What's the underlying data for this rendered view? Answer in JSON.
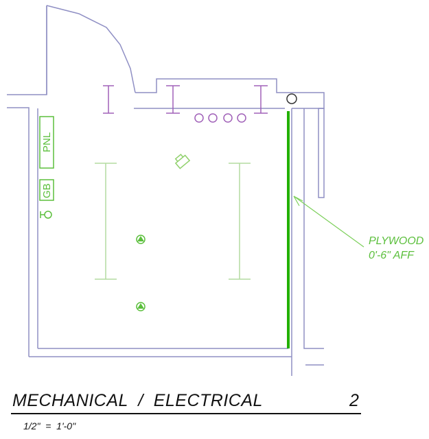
{
  "drawing": {
    "title": "MECHANICAL  /  ELECTRICAL",
    "sheet_number": "2",
    "scale": "1/2\"  =  1'-0\""
  },
  "annotations": {
    "plywood_line1": "PLYWOOD",
    "plywood_line2": "0'-6\" AFF"
  },
  "labels": {
    "panel": "PNL",
    "ground_bar": "GB"
  },
  "colors": {
    "wall": "#8f8fc4",
    "equipment": "#a060b8",
    "electrical": "#5bbf3c",
    "plywood": "#22b000",
    "text": "#111111"
  }
}
